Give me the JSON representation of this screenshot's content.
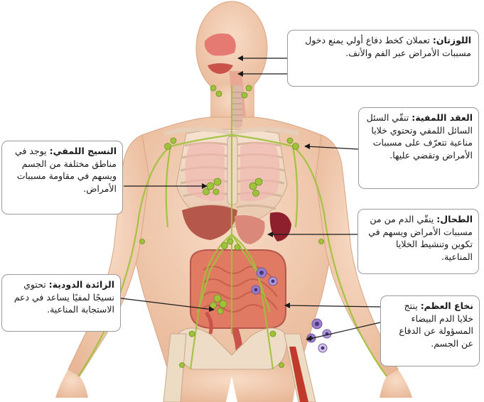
{
  "callouts": {
    "tonsils": {
      "title": "اللوزتان:",
      "text": "تعملان كخط دفاع أولي يمنع دخول مسببات الأمراض عبر الفم والأنف."
    },
    "lymph_nodes": {
      "title": "العقد اللمفية:",
      "text": "تنقّي السئل السائل اللمفي وتحتوي خلايا مناعية تتعرّف على مسببات الأمراض وتقضي عليها."
    },
    "lymph_tissue": {
      "title": "النسيج اللمفي:",
      "text": "يوجد في مناطق مختلفة من الجسم ويسهم في مقاومة مسببات الأمراض."
    },
    "spleen": {
      "title": "الطحال:",
      "text": "ينقّي الدم من من مسببات الأمراض ويسهم في تكوين وتنشيط الخلايا المناعية."
    },
    "appendix": {
      "title": "الزائدة الدودية:",
      "text": "تحتوي نسيجًا لمفيًا يساعد في دعم الاستجابة المناعية."
    },
    "bone_marrow": {
      "title": "نخاع العظم:",
      "text": "ينتج خلايا الدم البيضاء المسؤولة عن الدفاع عن الجسم."
    }
  },
  "colors": {
    "skin": "#f3cdb0",
    "skin_shadow": "#e2ad8a",
    "lymph": "#9ec23a",
    "lymph_dark": "#6f9320",
    "organ_red": "#c9534a",
    "spleen": "#8e1f2c",
    "intestine": "#e07a62",
    "bone": "#ecdcc4",
    "wbc": "#9b7fc6",
    "callout_border": "#9a9a9a"
  }
}
